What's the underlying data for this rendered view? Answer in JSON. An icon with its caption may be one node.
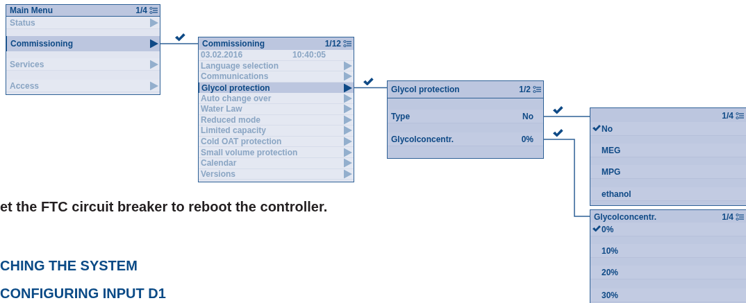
{
  "diagram": {
    "nodes": [
      {
        "text": [
          "Main Menu",
          "1/4"
        ]
      },
      {
        "text": [
          "Status"
        ],
        "in": 0
      },
      {
        "text": [
          "Commissioning"
        ],
        "in": 0
      },
      {
        "text": [
          "Services"
        ],
        "in": 0
      },
      {
        "text": [
          "Access"
        ],
        "in": 0
      },
      {
        "text": [
          "Commissioning",
          "1/12"
        ]
      },
      {
        "text": [
          "03.02.2016",
          "10:40:05"
        ],
        "in": 5
      },
      {
        "text": [
          "Language selection"
        ],
        "in": 5
      },
      {
        "text": [
          "Communications"
        ],
        "in": 5
      },
      {
        "text": [
          "Glycol protection"
        ],
        "in": 5
      },
      {
        "text": [
          "Auto change over"
        ],
        "in": 5
      },
      {
        "text": [
          "Water Law"
        ],
        "in": 5
      },
      {
        "text": [
          "Reduced mode"
        ],
        "in": 5
      },
      {
        "text": [
          "Limited capacity"
        ],
        "in": 5
      },
      {
        "text": [
          "Cold OAT protection"
        ],
        "in": 5
      },
      {
        "text": [
          "Small volume protection"
        ],
        "in": 5
      },
      {
        "text": [
          "Calendar"
        ],
        "in": 5
      },
      {
        "text": [
          "Versions"
        ],
        "in": 5
      },
      {
        "text": [
          "Glycol protection",
          "1/2"
        ]
      },
      {
        "text": [
          "Type",
          "No"
        ],
        "in": 18
      },
      {
        "text": [
          "Glycolconcentr.",
          "0%"
        ],
        "in": 18
      },
      {
        "text": [
          "1/4"
        ]
      },
      {
        "text": [
          "No"
        ],
        "in": 21
      },
      {
        "text": [
          "MEG"
        ],
        "in": 21
      },
      {
        "text": [
          "MPG"
        ],
        "in": 21
      },
      {
        "text": [
          "ethanol"
        ],
        "in": 21
      },
      {
        "text": [
          "Glycolconcentr.",
          "1/4"
        ]
      },
      {
        "text": [
          "0%"
        ],
        "in": 26
      },
      {
        "text": [
          "10%"
        ],
        "in": 26
      },
      {
        "text": [
          "20%"
        ],
        "in": 26
      },
      {
        "text": [
          "30%"
        ],
        "in": 26
      }
    ],
    "edges": [
      {
        "from": 2,
        "to": 5,
        "arrow": "none"
      },
      {
        "from": 9,
        "to": 18,
        "arrow": "none"
      },
      {
        "from": 19,
        "to": 21,
        "arrow": "none"
      },
      {
        "from": 20,
        "to": 26,
        "arrow": "none"
      }
    ],
    "labels": [
      "et the FTC circuit breaker to reboot the controller.",
      "CHING THE SYSTEM",
      "CONFIGURING INPUT D1"
    ]
  }
}
